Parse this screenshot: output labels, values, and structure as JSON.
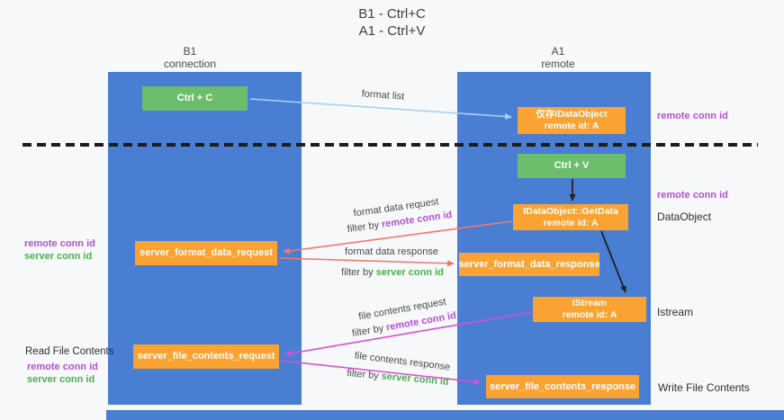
{
  "title": {
    "line1": "B1 - Ctrl+C",
    "line2": "A1 - Ctrl+V"
  },
  "lanes": {
    "left": {
      "name": "B1",
      "subtitle": "connection"
    },
    "right": {
      "name": "A1",
      "subtitle": "remote"
    }
  },
  "nodes": {
    "ctrl_c": "Ctrl + C",
    "ctrl_v": "Ctrl + V",
    "dataobject_cached": {
      "line1": "仅存IDataObject",
      "line2": "remote id: A"
    },
    "getdata": {
      "line1": "IDataObject::GetData",
      "line2": "remote id: A"
    },
    "istream": {
      "line1": "IStream",
      "line2": "remote id: A"
    },
    "format_request": "server_format_data_request",
    "format_response": "server_format_data_response",
    "file_request": "server_file_contents_request",
    "file_response": "server_file_contents_response"
  },
  "labels": {
    "format_list": "format list",
    "format_data_request": "format data request",
    "filter_remote_1": {
      "prefix": "filter by ",
      "highlight": "remote conn id"
    },
    "format_data_response": "format data response",
    "filter_server_1": {
      "prefix": "filter by ",
      "highlight": "server conn id"
    },
    "file_contents_request": "file contents request",
    "filter_remote_2": {
      "prefix": "filter by ",
      "highlight": "remote conn id"
    },
    "file_contents_response": "file contents response",
    "filter_server_2": {
      "prefix": "filter by ",
      "highlight": "server conn id"
    },
    "remote_conn_top": "remote conn id",
    "remote_conn_mid": "remote conn id",
    "dataobject_side": "DataObject",
    "istream_side": "Istream",
    "write_file_side": "Write File Contents",
    "read_file_side": "Read File Contents",
    "left_remote_conn_1": "remote conn id",
    "left_server_conn_1": "server conn id",
    "left_remote_conn_2": "remote conn id",
    "left_server_conn_2": "server conn id"
  },
  "colors": {
    "lane_blue": "#4a7ed3",
    "box_green": "#6cbe6c",
    "box_orange": "#faa332",
    "accent_purple": "#b44fd8",
    "accent_green": "#4cae4f",
    "arrow_salmon": "#f2786d",
    "arrow_magenta": "#d94fd4",
    "arrow_lightblue": "#a6d2ee",
    "arrow_black": "#222222"
  }
}
